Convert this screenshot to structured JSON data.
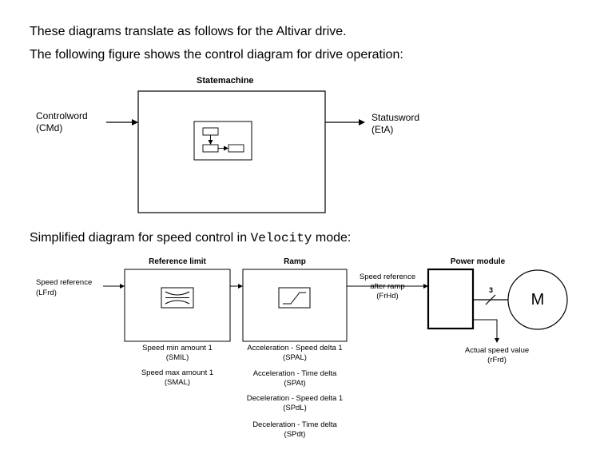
{
  "intro": {
    "line1": "These diagrams translate as follows for the Altivar drive.",
    "line2": "The following figure shows the control diagram for drive operation:"
  },
  "statemachine": {
    "title": "Statemachine",
    "input_label": "Controlword",
    "input_code": "(CMd)",
    "output_label": "Statusword",
    "output_code": "(EtA)"
  },
  "speed": {
    "caption_prefix": "Simplified diagram for speed control in",
    "caption_mode": "Velocity",
    "caption_suffix": "mode:",
    "input_label": "Speed reference",
    "input_code": "(LFrd)",
    "reference_limit_title": "Reference limit",
    "ramp_title": "Ramp",
    "power_module_title": "Power module",
    "after_ramp_line1": "Speed reference",
    "after_ramp_line2": "after ramp",
    "after_ramp_code": "(FrHd)",
    "phase_count": "3",
    "motor_letter": "M",
    "actual_speed_label": "Actual speed value",
    "actual_speed_code": "(rFrd)",
    "ref_limit_params": [
      {
        "label": "Speed min amount 1",
        "code": "(SMIL)"
      },
      {
        "label": "Speed max amount 1",
        "code": "(SMAL)"
      }
    ],
    "ramp_params": [
      {
        "label": "Acceleration - Speed delta 1",
        "code": "(SPAL)"
      },
      {
        "label": "Acceleration - Time delta",
        "code": "(SPAt)"
      },
      {
        "label": "Deceleration - Speed delta 1",
        "code": "(SPdL)"
      },
      {
        "label": "Deceleration - Time delta",
        "code": "(SPdt)"
      }
    ]
  }
}
